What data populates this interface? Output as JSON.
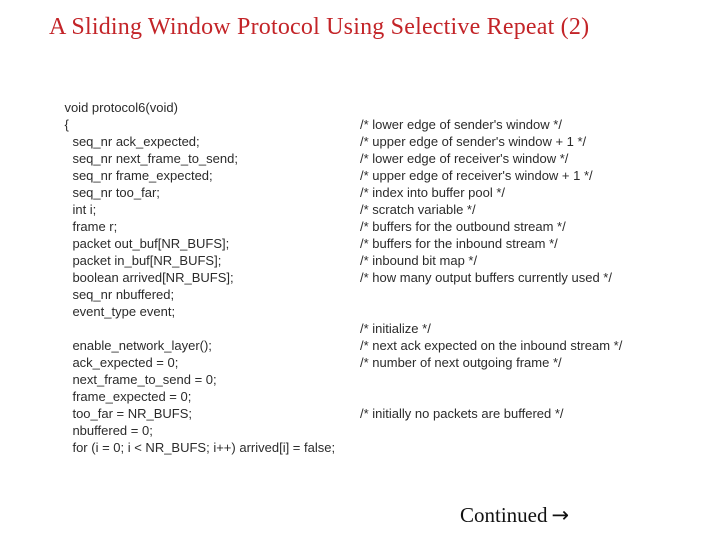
{
  "slide": {
    "title": "A Sliding Window Protocol Using Selective Repeat (2)",
    "continued_label": "Continued",
    "continued_arrow": "→"
  },
  "colors": {
    "title": "#c32428",
    "code_text": "#2b2b2b",
    "background": "#ffffff"
  },
  "code": {
    "lines": [
      {
        "code": "void protocol6(void)",
        "comment": "",
        "indent": 0
      },
      {
        "code": "{",
        "comment": "",
        "indent": 0
      },
      {
        "code": "seq_nr ack_expected;",
        "comment": "/* lower edge of sender's window */",
        "indent": 1
      },
      {
        "code": "seq_nr next_frame_to_send;",
        "comment": "/* upper edge of sender's window + 1 */",
        "indent": 1
      },
      {
        "code": "seq_nr frame_expected;",
        "comment": "/* lower edge of receiver's window */",
        "indent": 1
      },
      {
        "code": "seq_nr too_far;",
        "comment": "/* upper edge of receiver's window + 1 */",
        "indent": 1
      },
      {
        "code": "int i;",
        "comment": "/* index into buffer pool */",
        "indent": 1
      },
      {
        "code": "frame r;",
        "comment": "/* scratch variable */",
        "indent": 1
      },
      {
        "code": "packet out_buf[NR_BUFS];",
        "comment": "/* buffers for the outbound stream */",
        "indent": 1
      },
      {
        "code": "packet in_buf[NR_BUFS];",
        "comment": "/* buffers for the inbound stream */",
        "indent": 1
      },
      {
        "code": "boolean arrived[NR_BUFS];",
        "comment": "/* inbound bit map */",
        "indent": 1
      },
      {
        "code": "seq_nr nbuffered;",
        "comment": "/* how many output buffers currently used */",
        "indent": 1
      },
      {
        "code": "event_type event;",
        "comment": "",
        "indent": 1
      },
      {
        "code": "",
        "comment": "",
        "indent": 0
      },
      {
        "code": "enable_network_layer();",
        "comment": "/* initialize */",
        "indent": 1
      },
      {
        "code": "ack_expected = 0;",
        "comment": "/* next ack expected on the inbound stream */",
        "indent": 1
      },
      {
        "code": "next_frame_to_send = 0;",
        "comment": "/* number of next outgoing frame */",
        "indent": 1
      },
      {
        "code": "frame_expected = 0;",
        "comment": "",
        "indent": 1
      },
      {
        "code": "too_far = NR_BUFS;",
        "comment": "",
        "indent": 1
      },
      {
        "code": "nbuffered = 0;",
        "comment": "/* initially no packets are buffered */",
        "indent": 1
      },
      {
        "code": "for (i = 0; i < NR_BUFS; i++) arrived[i] = false;",
        "comment": "",
        "indent": 1
      }
    ]
  }
}
